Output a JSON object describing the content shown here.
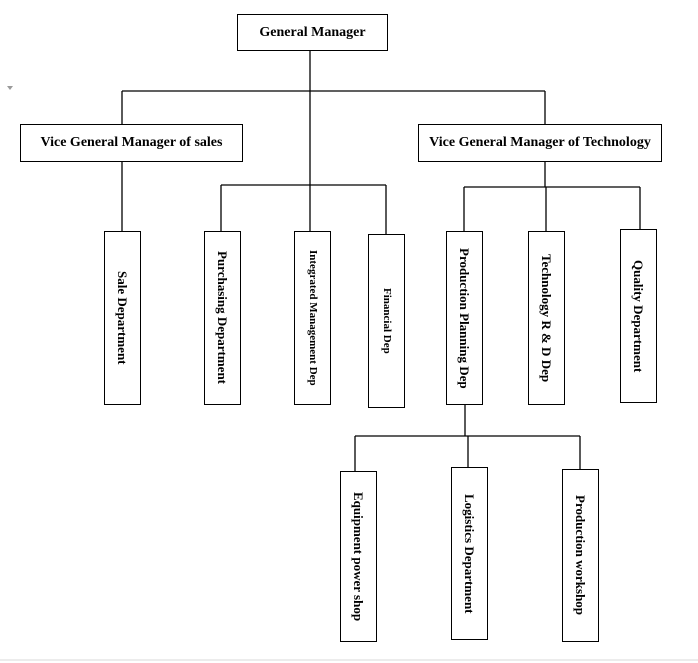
{
  "org_chart": {
    "top": {
      "label": "General Manager"
    },
    "vice_managers": {
      "sales": {
        "label": "Vice General Manager of sales"
      },
      "technology": {
        "label": "Vice General Manager of Technology"
      }
    },
    "departments": {
      "sale": "Sale Department",
      "purchasing": "Purchasing Department",
      "integrated": "Integrated Management Dep",
      "financial": "Financial Dep",
      "production_planning": "Production Planning Dep",
      "technology_rd": "Technology R & D Dep",
      "quality": "Quality Department"
    },
    "production_units": {
      "equipment": "Equipment power shop",
      "logistics": "Logistics Department",
      "workshop": "Production workshop"
    }
  }
}
